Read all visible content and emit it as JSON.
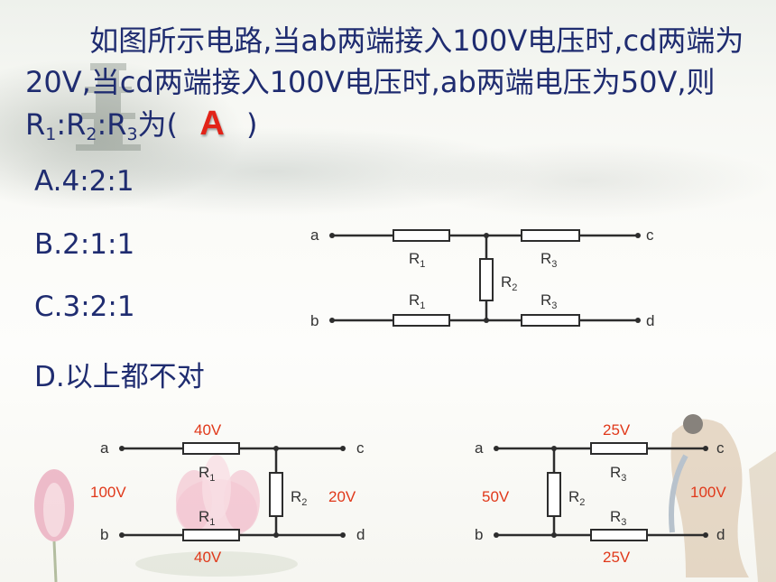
{
  "question": {
    "text_part1": "如图所示电路,当ab两端接入100V电压时,cd两端为20V,当cd两端接入100V电压时,ab两端电压为50V,则R",
    "sub1": "1",
    "sep1": ":R",
    "sub2": "2",
    "sep2": ":R",
    "sub3": "3",
    "text_part2": "为(",
    "answer": "A",
    "text_close": ")"
  },
  "options": [
    "A.4:2:1",
    "B.2:1:1",
    "C.3:2:1",
    "D.以上都不对"
  ],
  "circuit_main": {
    "nodes": {
      "a": "a",
      "b": "b",
      "c": "c",
      "d": "d"
    },
    "resistors": {
      "r1_top": "R",
      "r1_bottom": "R",
      "r2": "R",
      "r3_top": "R",
      "r3_bottom": "R"
    },
    "subs": {
      "r1": "1",
      "r2": "2",
      "r3": "3"
    }
  },
  "circuit_left": {
    "nodes": {
      "a": "a",
      "b": "b",
      "c": "c",
      "d": "d"
    },
    "voltages": {
      "top": "40V",
      "bottom": "40V",
      "input": "100V",
      "output": "20V"
    },
    "resistor_letter": "R",
    "subs": {
      "r1": "1",
      "r2": "2"
    }
  },
  "circuit_right": {
    "nodes": {
      "a": "a",
      "b": "b",
      "c": "c",
      "d": "d"
    },
    "voltages": {
      "top": "25V",
      "bottom": "25V",
      "input": "100V",
      "output": "50V"
    },
    "resistor_letter": "R",
    "subs": {
      "r2": "2",
      "r3": "3"
    }
  },
  "colors": {
    "text": "#1f2c70",
    "answer": "#e22318",
    "voltage": "#e0381a",
    "wire": "#2d2d2d"
  }
}
